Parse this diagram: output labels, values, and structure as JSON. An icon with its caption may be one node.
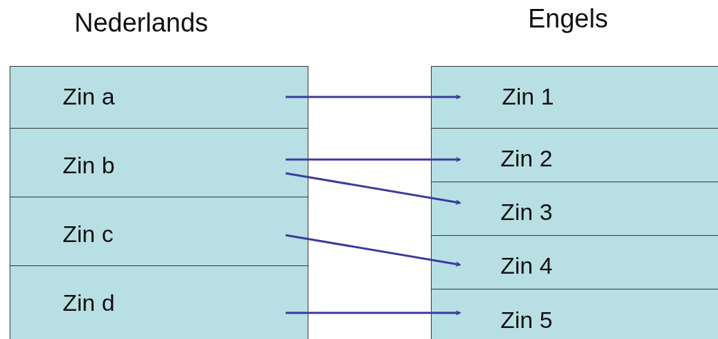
{
  "diagram": {
    "nodes": [
      {
        "text": [
          "Zin a"
        ]
      },
      {
        "text": [
          "Zin b"
        ]
      },
      {
        "text": [
          "Zin c"
        ]
      },
      {
        "text": [
          "Zin d"
        ]
      },
      {
        "text": [
          "Zin 1"
        ]
      },
      {
        "text": [
          "Zin 2"
        ]
      },
      {
        "text": [
          "Zin 3"
        ]
      },
      {
        "text": [
          "Zin 4"
        ]
      },
      {
        "text": [
          "Zin 5"
        ]
      }
    ],
    "edges": [
      {
        "from": 0,
        "to": 4,
        "arrow": "to"
      },
      {
        "from": 1,
        "to": 5,
        "arrow": "to"
      },
      {
        "from": 1,
        "to": 6,
        "arrow": "to"
      },
      {
        "from": 2,
        "to": 7,
        "arrow": "to"
      },
      {
        "from": 3,
        "to": 8,
        "arrow": "to"
      }
    ],
    "labels": [
      "Nederlands",
      "Engels"
    ]
  }
}
